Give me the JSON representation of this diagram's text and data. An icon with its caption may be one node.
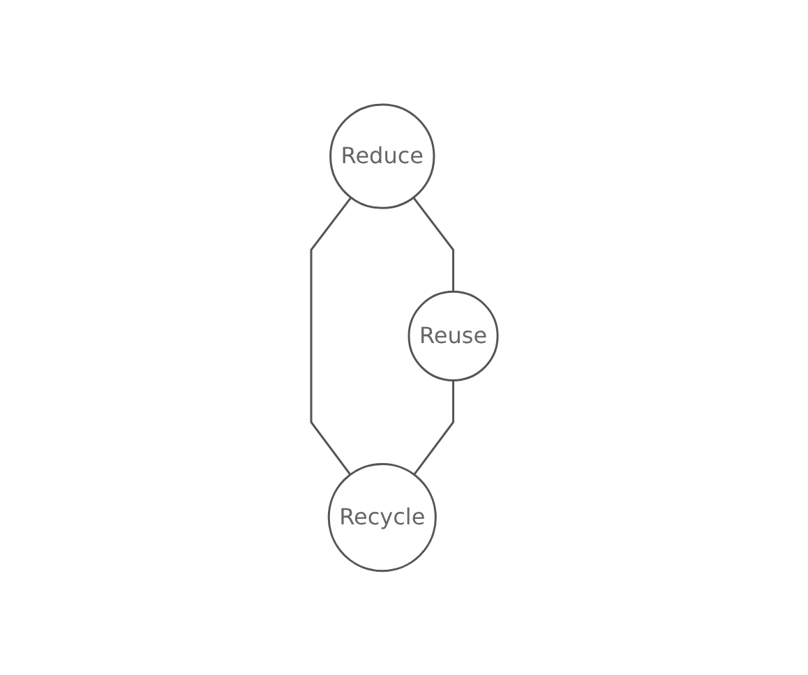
{
  "diagram": {
    "nodes": [
      {
        "text": [
          "Reduce"
        ]
      },
      {
        "text": [
          "Reuse"
        ]
      },
      {
        "text": [
          "Recycle"
        ]
      }
    ],
    "edges": [
      {
        "from": 0,
        "to": 1,
        "arrow": "none"
      },
      {
        "from": 0,
        "to": 2,
        "arrow": "none"
      },
      {
        "from": 1,
        "to": 2,
        "arrow": "none"
      }
    ]
  }
}
